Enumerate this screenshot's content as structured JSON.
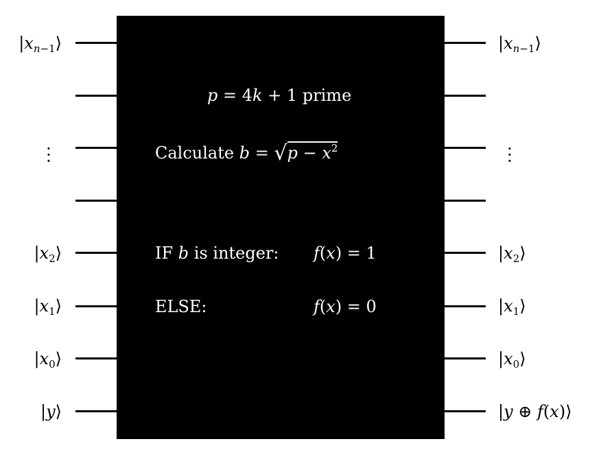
{
  "inputs": {
    "xn1": "|x_{n-1}⟩",
    "vdots": "⋮",
    "x2": "|x_2⟩",
    "x1": "|x_1⟩",
    "x0": "|x_0⟩",
    "y": "|y⟩"
  },
  "outputs": {
    "xn1": "|x_{n-1}⟩",
    "vdots": "⋮",
    "x2": "|x_2⟩",
    "x1": "|x_1⟩",
    "x0": "|x_0⟩",
    "y": "|y ⊕ f(x)⟩"
  },
  "gate": {
    "line1": "p = 4k + 1 prime",
    "line2": "Calculate b = √(p − x²)",
    "if_label": "IF b is integer:",
    "if_result": "f(x) = 1",
    "else_label": "ELSE:",
    "else_result": "f(x) = 0"
  }
}
